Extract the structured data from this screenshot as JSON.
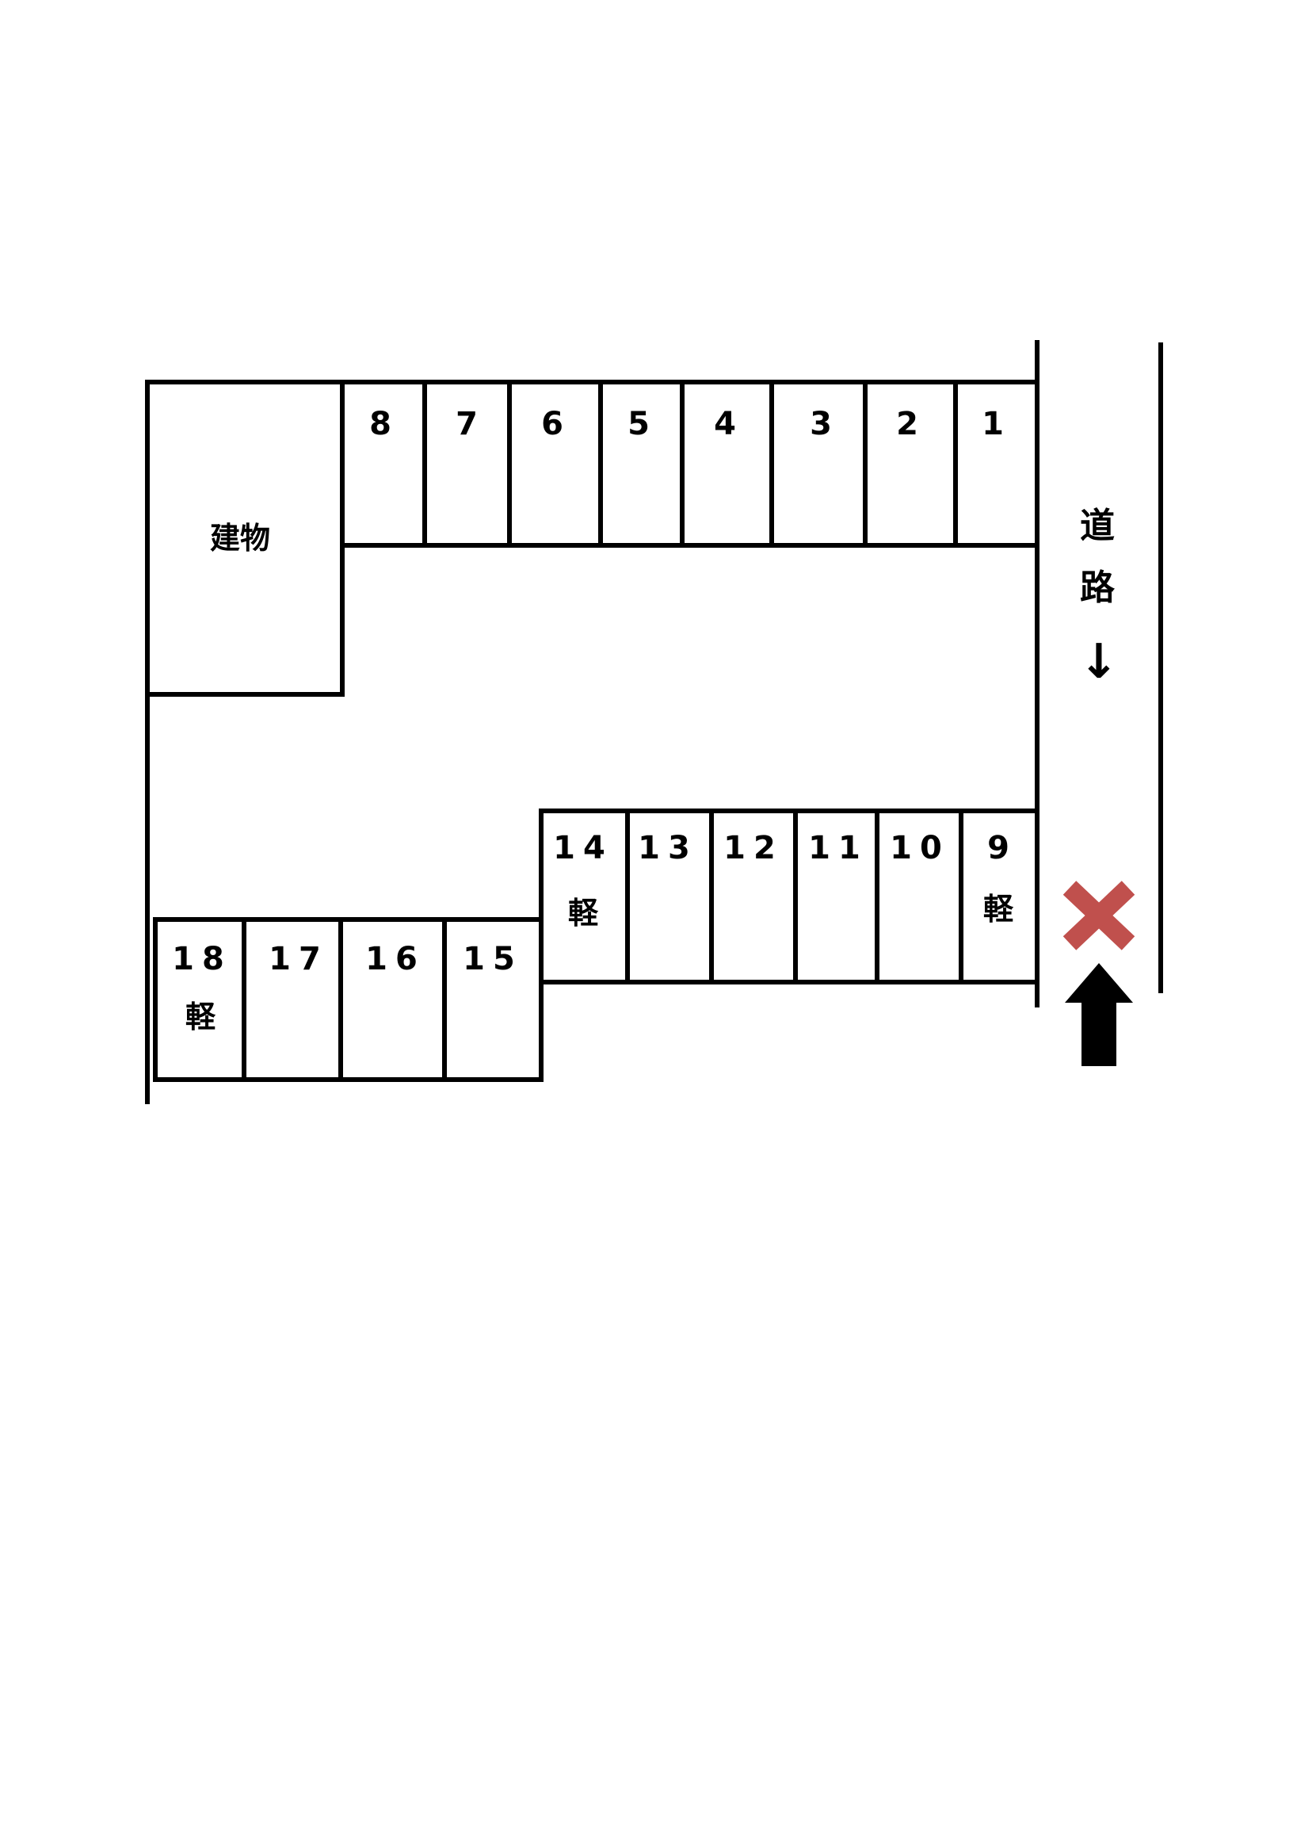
{
  "building": {
    "label": "建物"
  },
  "road": {
    "label_1": "道",
    "label_2": "路",
    "direction_arrow": "↓"
  },
  "spaces": {
    "s1": {
      "number": "1"
    },
    "s2": {
      "number": "2"
    },
    "s3": {
      "number": "3"
    },
    "s4": {
      "number": "4"
    },
    "s5": {
      "number": "5"
    },
    "s6": {
      "number": "6"
    },
    "s7": {
      "number": "7"
    },
    "s8": {
      "number": "8"
    },
    "s9": {
      "number": "9",
      "kei": "軽"
    },
    "s10": {
      "number": "10"
    },
    "s11": {
      "number": "11"
    },
    "s12": {
      "number": "12"
    },
    "s13": {
      "number": "13"
    },
    "s14": {
      "number": "14",
      "kei": "軽"
    },
    "s15": {
      "number": "15"
    },
    "s16": {
      "number": "16"
    },
    "s17": {
      "number": "17"
    },
    "s18": {
      "number": "18",
      "kei": "軽"
    }
  },
  "markers": {
    "no_entry_icon": "x-mark-icon",
    "entrance_icon": "arrow-up-icon",
    "no_entry_color": "#c0504d",
    "entrance_color": "#000000"
  }
}
